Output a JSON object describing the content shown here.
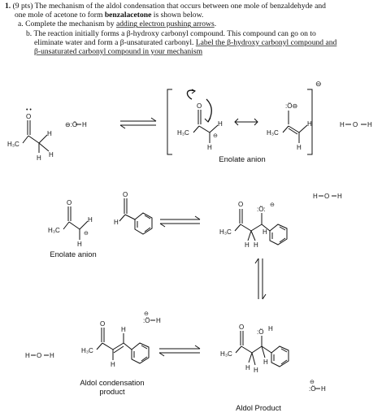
{
  "question": {
    "number": "1.",
    "points": "(9 pts)",
    "intro_pre": "The mechanism of the aldol condensation that occurs between one mole of benzaldehyde and",
    "intro_line2_pre": "one mole of acetone to form",
    "intro_bold": "benzalacetone",
    "intro_post": "is shown below.",
    "part_a_letter": "a.",
    "part_a_pre": "Complete the mechanism by ",
    "part_a_ul": "adding electron pushing arrows",
    "part_a_post": ".",
    "part_b_letter": "b.",
    "part_b_line1": "The reaction initially forms a β-hydroxy carbonyl compound.  This compound can go on to",
    "part_b_line2_pre": "eliminate water and form a β-unsaturated carbonyl.  ",
    "part_b_line2_ul": "Label the β-hydroxy carbonyl compound and",
    "part_b_line3_ul": "β-unsaturated carbonyl compound in your mechanism"
  },
  "labels": {
    "enolate_anion_bracket": "Enolate anion",
    "enolate_anion_reactant": "Enolate anion",
    "aldol_condensation_line1": "Aldol condensation",
    "aldol_condensation_line2": "product",
    "aldol_product": "Aldol Product"
  },
  "atoms": {
    "O": "O",
    "C": "C",
    "H": "H",
    "H3C": "H₃C",
    "hydroxide": "ÖH",
    "water": "H—Ö—H",
    "minus": "⊖"
  }
}
